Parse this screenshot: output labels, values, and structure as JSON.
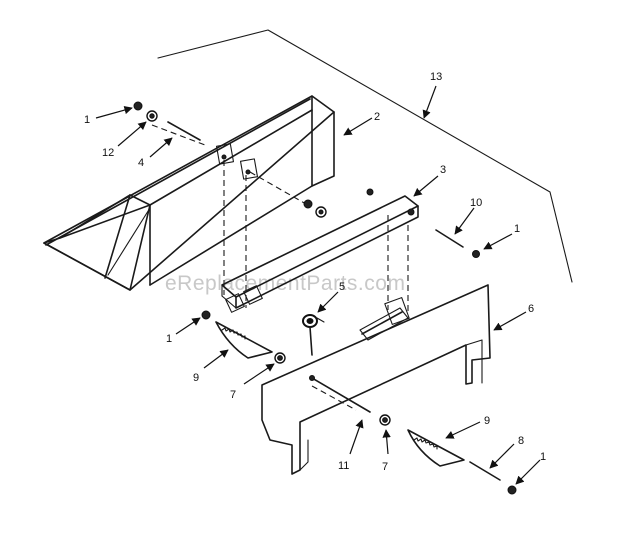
{
  "watermark": "eReplacementParts.com",
  "callouts": [
    {
      "id": "c1a",
      "label": "1"
    },
    {
      "id": "c12",
      "label": "12"
    },
    {
      "id": "c4",
      "label": "4"
    },
    {
      "id": "c2",
      "label": "2"
    },
    {
      "id": "c13",
      "label": "13"
    },
    {
      "id": "c3",
      "label": "3"
    },
    {
      "id": "c10",
      "label": "10"
    },
    {
      "id": "c1b",
      "label": "1"
    },
    {
      "id": "c5",
      "label": "5"
    },
    {
      "id": "c6",
      "label": "6"
    },
    {
      "id": "c1c",
      "label": "1"
    },
    {
      "id": "c9a",
      "label": "9"
    },
    {
      "id": "c7a",
      "label": "7"
    },
    {
      "id": "c9b",
      "label": "9"
    },
    {
      "id": "c8",
      "label": "8"
    },
    {
      "id": "c1d",
      "label": "1"
    },
    {
      "id": "c11",
      "label": "11"
    },
    {
      "id": "c7b",
      "label": "7"
    }
  ]
}
